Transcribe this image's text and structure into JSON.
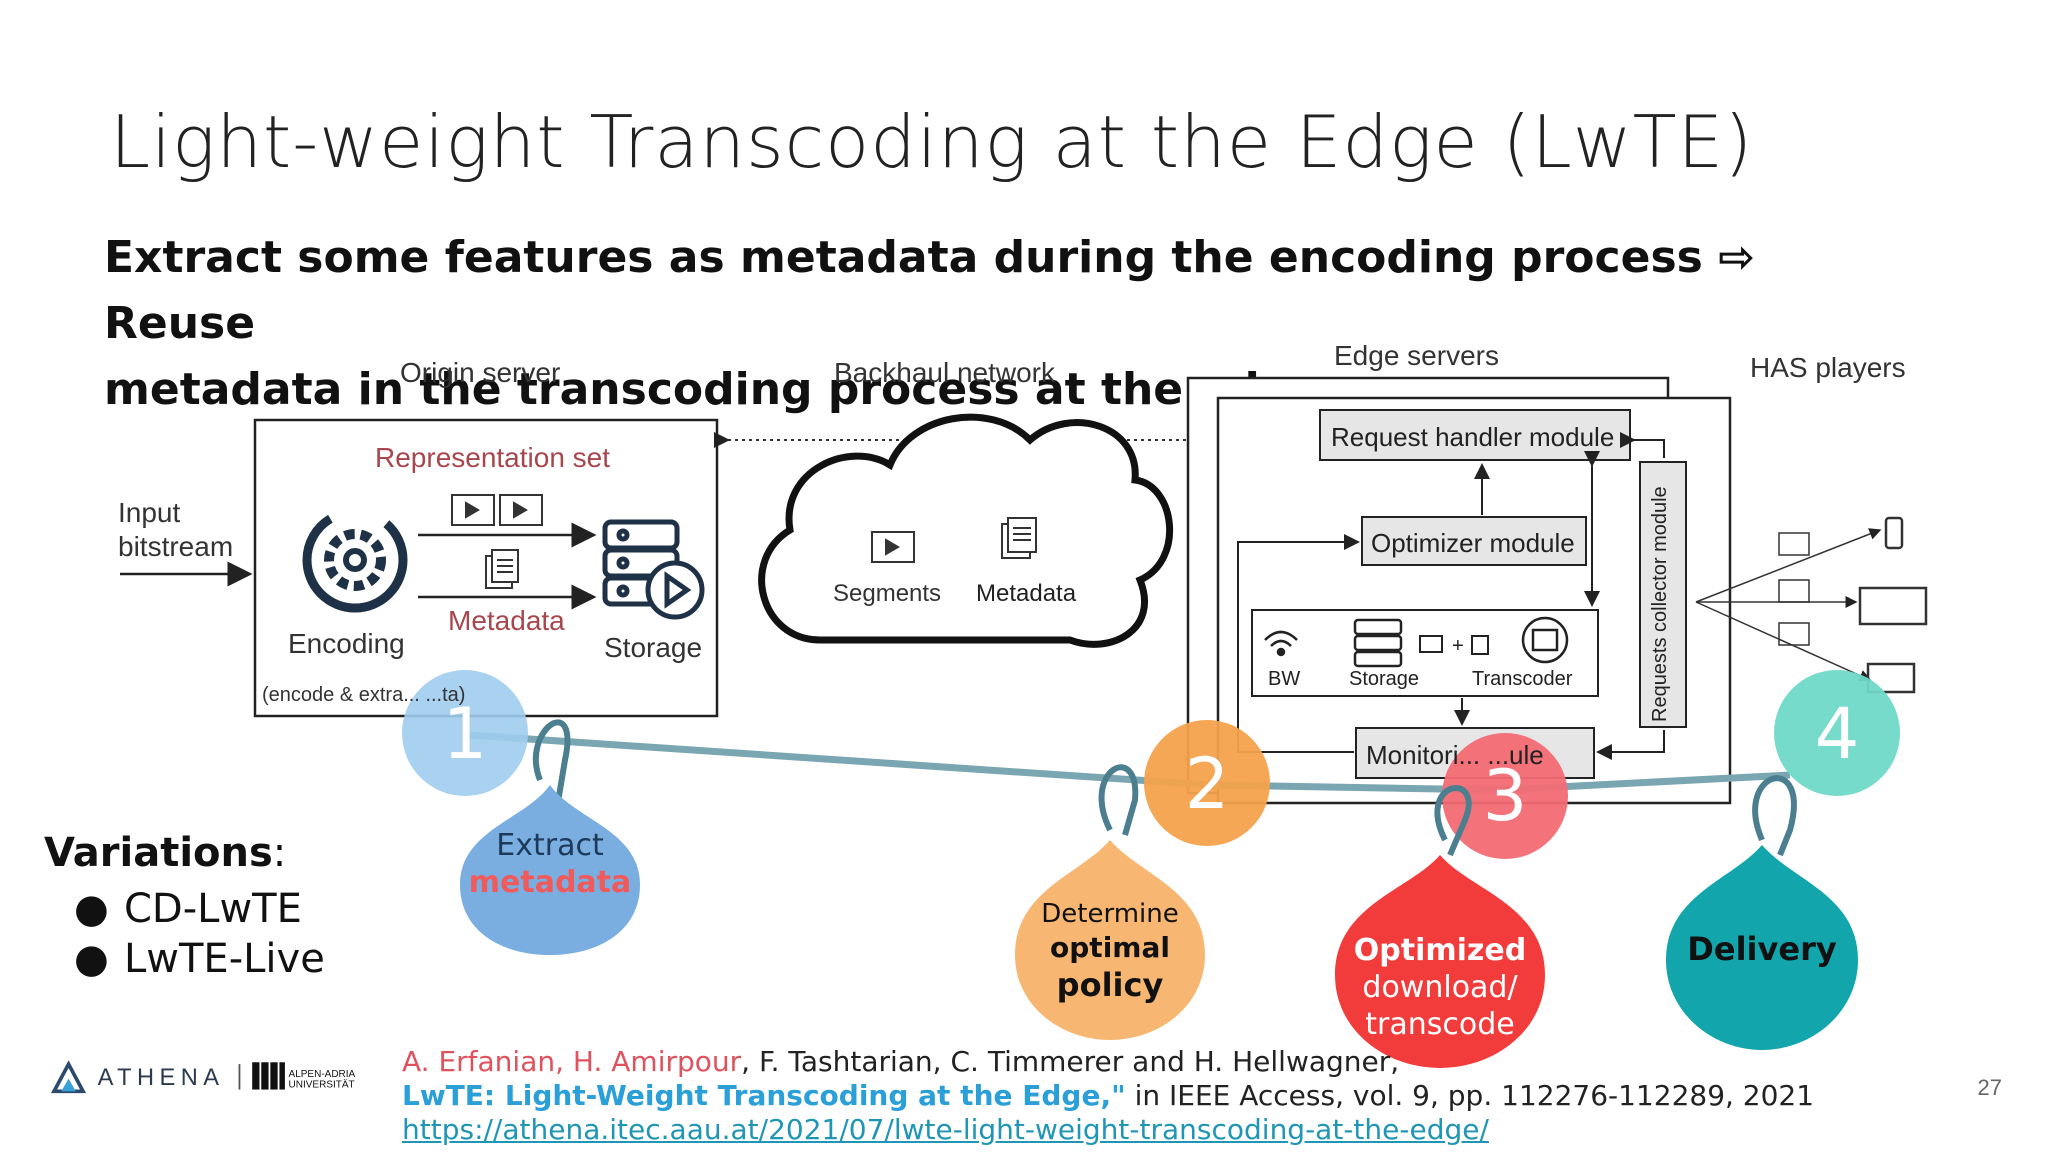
{
  "slide": {
    "title": "Light-weight Transcoding at the Edge (LwTE)",
    "subtitle_line1": "Extract some features as metadata during the encoding process ⇨ Reuse",
    "subtitle_line2": "metadata in the transcoding process at the edge",
    "page_number": "27"
  },
  "diagram": {
    "origin_server": "Origin server",
    "backhaul_network": "Backhaul network",
    "edge_servers": "Edge servers",
    "has_players": "HAS players",
    "input_line1": "Input",
    "input_line2": "bitstream",
    "representation_set": "Representation set",
    "encoding": "Encoding",
    "metadata_origin": "Metadata",
    "storage_origin": "Storage",
    "encode_note": "(encode & extra... ...ta)",
    "segments": "Segments",
    "metadata_cloud": "Metadata",
    "request_handler": "Request handler module",
    "optimizer": "Optimizer module",
    "bw": "BW",
    "storage_edge": "Storage",
    "transcoder": "Transcoder",
    "monitoring": "Monitori... ...ule",
    "requests_collector": "Requests collector module"
  },
  "steps": [
    {
      "number": "1",
      "line1": "Extract",
      "line2": "metadata",
      "line3": "",
      "color": "#6fa6e0"
    },
    {
      "number": "2",
      "line1": "Determine",
      "line2": "optimal",
      "line3": "policy",
      "color": "#f5a050"
    },
    {
      "number": "3",
      "line1": "Optimized",
      "line2": "download/",
      "line3": "transcode",
      "color": "#f14444"
    },
    {
      "number": "4",
      "line1": "Delivery",
      "line2": "",
      "line3": "",
      "color": "#11a8ad"
    }
  ],
  "variations": {
    "heading": "Variations",
    "items": [
      "CD-LwTE",
      "LwTE-Live"
    ]
  },
  "reference": {
    "authors_highlight": "A. Erfanian, H. Amirpour",
    "authors_rest": ", F. Tashtarian, C. Timmerer and H. Hellwagner,",
    "title": "LwTE: Light-Weight Transcoding at the Edge,\"",
    "venue": " in IEEE Access, vol. 9, pp. 112276-112289, 2021",
    "url": "https://athena.itec.aau.at/2021/07/lwte-light-weight-transcoding-at-the-edge/"
  },
  "logos": {
    "athena": "ATHENA",
    "aau_line1": "ALPEN-ADRIA",
    "aau_line2": "UNIVERSITÄT"
  }
}
